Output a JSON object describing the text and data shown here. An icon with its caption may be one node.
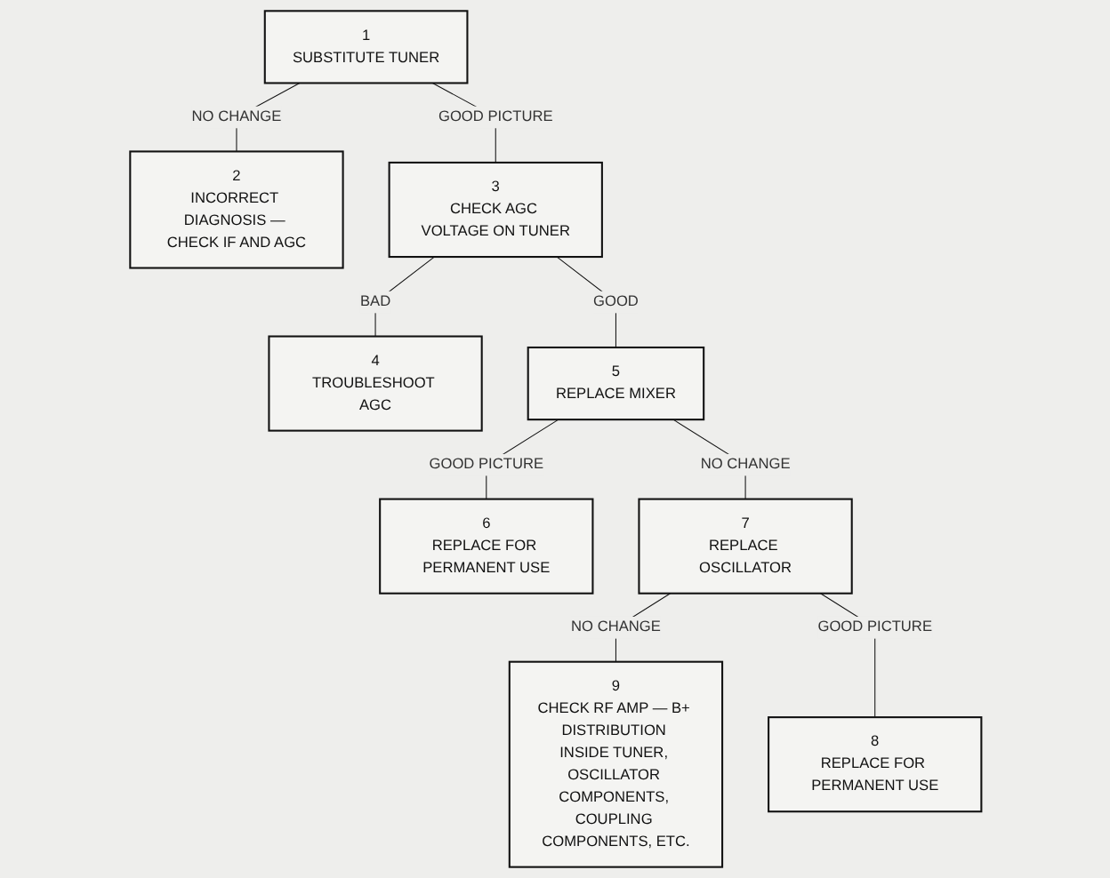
{
  "diagram": {
    "nodes": [
      {
        "text": [
          "1",
          "SUBSTITUTE TUNER"
        ]
      },
      {
        "text": [
          "2",
          "INCORRECT DIAGNOSIS — CHECK IF AND AGC"
        ]
      },
      {
        "text": [
          "3",
          "CHECK AGC VOLTAGE ON TUNER"
        ]
      },
      {
        "text": [
          "4",
          "TROUBLESHOOT AGC"
        ]
      },
      {
        "text": [
          "5",
          "REPLACE MIXER"
        ]
      },
      {
        "text": [
          "6",
          "REPLACE FOR PERMANENT USE"
        ]
      },
      {
        "text": [
          "7",
          "REPLACE OSCILLATOR"
        ]
      },
      {
        "text": [
          "8",
          "REPLACE FOR PERMANENT USE"
        ]
      },
      {
        "text": [
          "9",
          "CHECK RF AMP — B+ DISTRIBUTION INSIDE TUNER, OSCILLATOR COMPONENTS, COUPLING COMPONENTS, ETC."
        ]
      }
    ],
    "edges": [
      {
        "from": 0,
        "to": 2,
        "arrow": "none",
        "label": "GOOD PICTURE"
      },
      {
        "from": 0,
        "to": 1,
        "arrow": "none",
        "label": "NO CHANGE"
      },
      {
        "from": 2,
        "to": 3,
        "arrow": "none",
        "label": "BAD"
      },
      {
        "from": 2,
        "to": 4,
        "arrow": "none",
        "label": "GOOD"
      },
      {
        "from": 4,
        "to": 6,
        "arrow": "none",
        "label": "NO CHANGE"
      },
      {
        "from": 6,
        "to": 8,
        "arrow": "none",
        "label": "NO CHANGE"
      },
      {
        "from": 4,
        "to": 5,
        "arrow": "none",
        "label": "GOOD PICTURE"
      },
      {
        "from": 6,
        "to": 7,
        "arrow": "none",
        "label": "GOOD PICTURE"
      }
    ]
  }
}
